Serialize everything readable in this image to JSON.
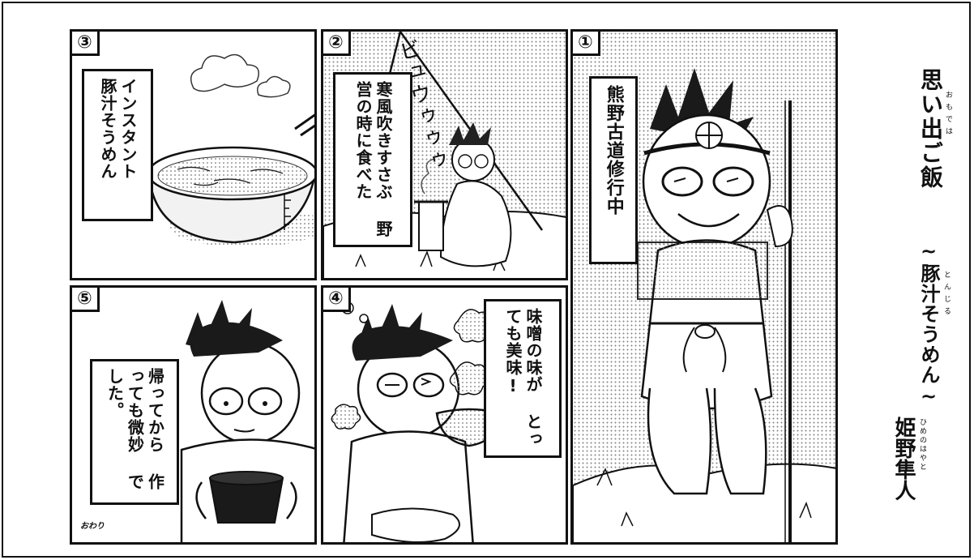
{
  "title": {
    "main": "思い出ご飯",
    "main_furigana": "おもでは",
    "sub": "~豚汁そうめん~",
    "sub_furigana": "とんじる"
  },
  "author": {
    "name": "姫野隼人",
    "furigana": "ひめのはやと"
  },
  "panels": [
    {
      "number": "①",
      "caption": "熊野古道修行中"
    },
    {
      "number": "②",
      "caption": "寒風吹きすさぶ 野営の時に食べた",
      "sfx": "ビュウゥゥゥ"
    },
    {
      "number": "③",
      "caption": "インスタント 豚汁そうめん"
    },
    {
      "number": "④",
      "caption": "味噌の味が とっても美味!"
    },
    {
      "number": "⑤",
      "caption": "帰ってから 作っても微妙 でした。"
    }
  ],
  "signature": "おわり"
}
